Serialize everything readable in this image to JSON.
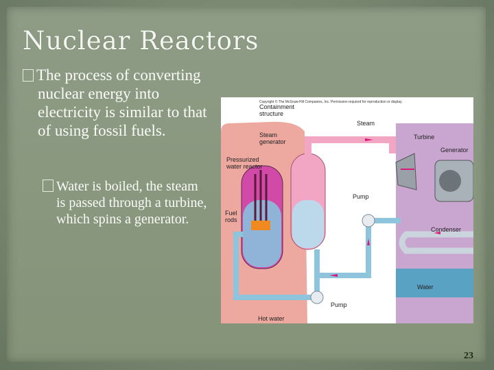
{
  "slide": {
    "title": "Nuclear Reactors",
    "bullet_marker": "",
    "bullet1": "The process of converting nuclear energy into electricity is similar to that of using fossil fuels.",
    "bullet2": "Water is boiled, the steam is passed through a turbine, which spins a generator.",
    "page_number": "23"
  },
  "figure": {
    "copyright": "Copyright © The McGraw-Hill Companies, Inc. Permission required for reproduction or display.",
    "labels": {
      "containment_1": "Containment",
      "containment_2": "structure",
      "steam": "Steam",
      "turbine": "Turbine",
      "generator": "Generator",
      "steam_generator_1": "Steam",
      "steam_generator_2": "generator",
      "pwr_1": "Pressurized",
      "pwr_2": "water reactor",
      "pump_top": "Pump",
      "fuel_1": "Fuel",
      "fuel_2": "rods",
      "condenser": "Condenser",
      "water": "Water",
      "pump_bottom": "Pump",
      "hot_water": "Hot water"
    },
    "colors": {
      "containment": "#eda8a0",
      "steam_pipe": "#f2a6c4",
      "water_pipe": "#8fc4dd",
      "turbine_room": "#c9a6d0",
      "condenser_water": "#5aa2c4",
      "arrow": "#d6197a"
    }
  }
}
